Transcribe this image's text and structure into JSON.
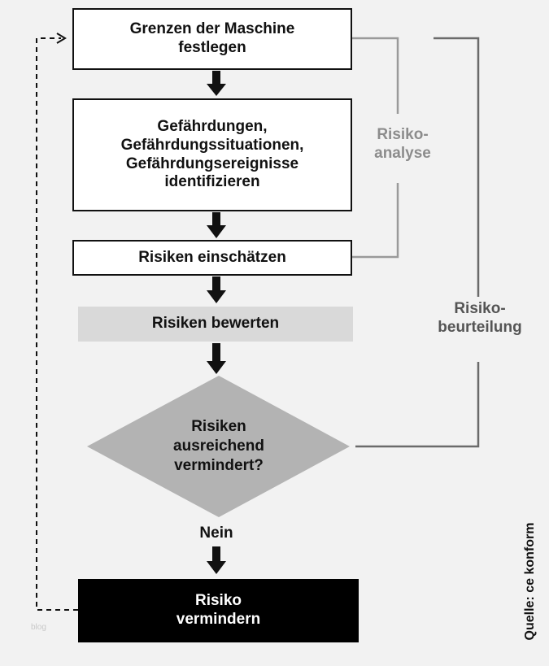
{
  "boxes": {
    "grenzen": "Grenzen der Maschine\nfestlegen",
    "gefaehrdungen": "Gefährdungen,\nGefährdungssituationen,\nGefährdungsereignisse\nidentifizieren",
    "einschaetzen": "Risiken einschätzen",
    "bewerten": "Risiken bewerten",
    "entscheidung": "Risiken\nausreichend\nvermindert?",
    "vermindern": "Risiko\nvermindern"
  },
  "labels": {
    "nein": "Nein",
    "risikoanalyse": "Risiko-\nanalyse",
    "risikobeurteilung": "Risiko-\nbeurteilung"
  },
  "source": "Quelle: ce konform",
  "watermark": "blog",
  "colors": {
    "background": "#f2f2f2",
    "box_fill": "#ffffff",
    "box_border": "#111111",
    "evaluate_fill": "#d9d9d9",
    "diamond_fill": "#b3b3b3",
    "reduce_fill": "#000000",
    "analyse_text": "#8c8c8c",
    "analyse_bracket": "#9a9a9a",
    "beurteilung_text": "#555555",
    "beurteilung_bracket": "#6b6b6b"
  }
}
